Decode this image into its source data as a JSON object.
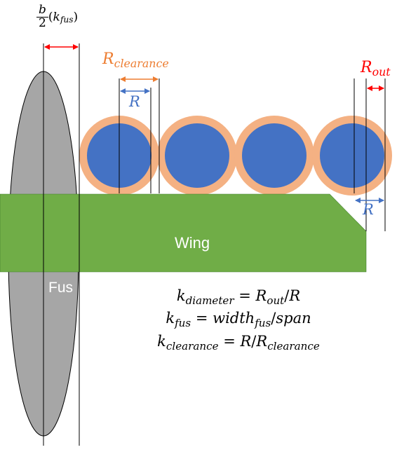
{
  "colors": {
    "fuselage": "#a6a6a6",
    "wing": "#70ad47",
    "circle_inner": "#4472c4",
    "circle_outer": "#f4b183",
    "r_label": "#4472c4",
    "r_clearance_label": "#ed7d31",
    "r_out_label": "#ff0000"
  },
  "labels": {
    "half_fus": {
      "numerator": "b",
      "denominator": "2",
      "factor": "k",
      "factor_sub": "fus"
    },
    "r_clearance": {
      "base": "R",
      "sub": "clearance"
    },
    "r_top": "R",
    "r_right": "R",
    "r_out": {
      "base": "R",
      "sub": "out"
    },
    "wing": "Wing",
    "fus": "Fus"
  },
  "equations": [
    {
      "lhs": "k",
      "lhs_sub": "diameter",
      "rhs_a": "R",
      "rhs_a_sub": "out",
      "rhs_b": "R",
      "rhs_b_sub": ""
    },
    {
      "lhs": "k",
      "lhs_sub": "fus",
      "rhs_a": "width",
      "rhs_a_sub": "fus",
      "rhs_b": "span",
      "rhs_b_sub": ""
    },
    {
      "lhs": "k",
      "lhs_sub": "clearance",
      "rhs_a": "R",
      "rhs_a_sub": "",
      "rhs_b": "R",
      "rhs_b_sub": "clearance"
    }
  ]
}
